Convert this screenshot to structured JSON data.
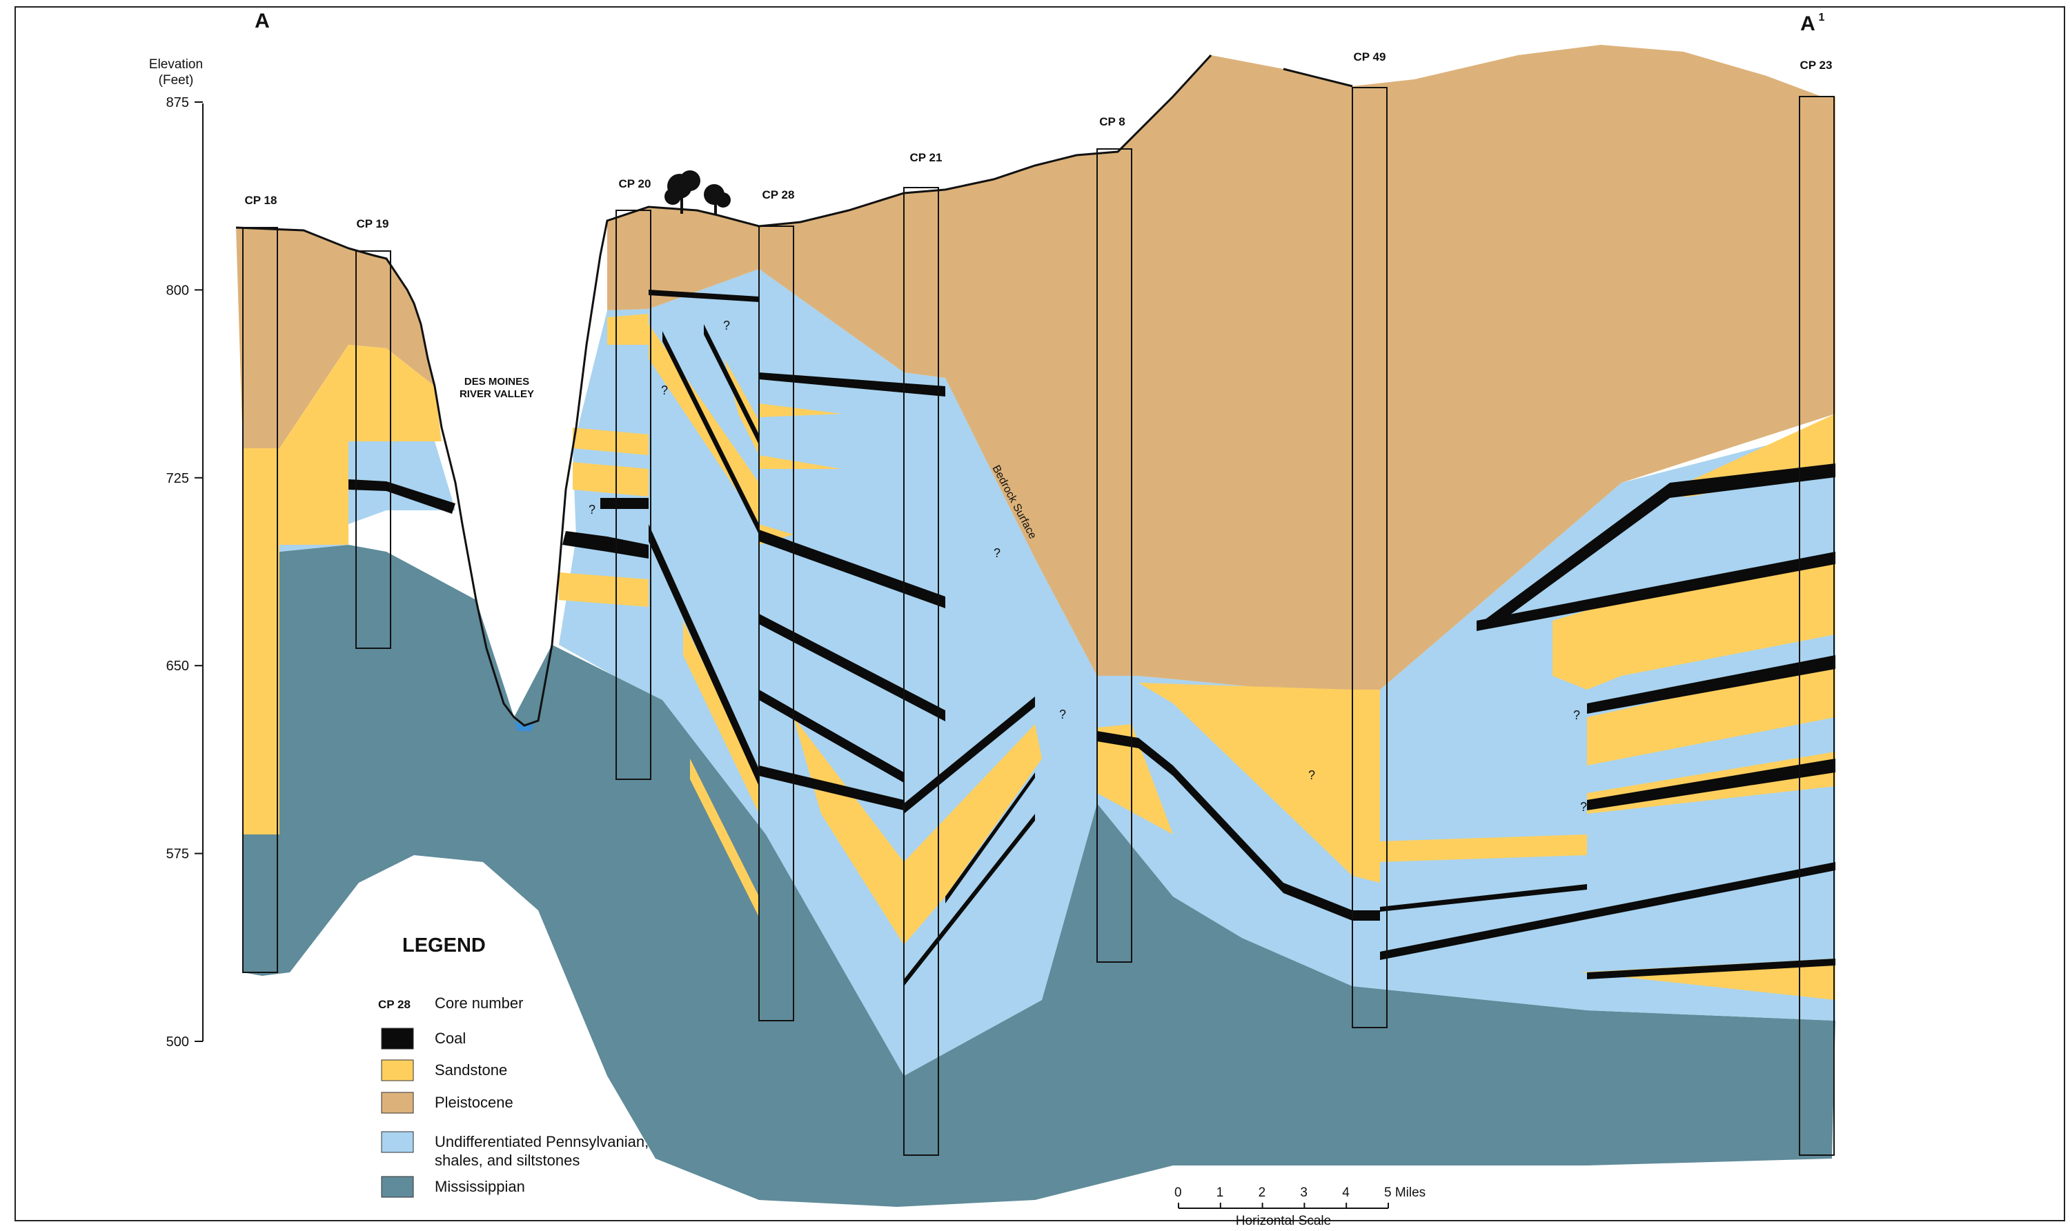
{
  "section_labels": {
    "left": "A",
    "right": "A",
    "right_superscript": "1"
  },
  "elevation_axis": {
    "title_line1": "Elevation",
    "title_line2": "(Feet)",
    "ticks": [
      {
        "value": 875,
        "label": "875"
      },
      {
        "value": 800,
        "label": "800"
      },
      {
        "value": 725,
        "label": "725"
      },
      {
        "value": 650,
        "label": "650"
      },
      {
        "value": 575,
        "label": "575"
      },
      {
        "value": 500,
        "label": "500"
      }
    ]
  },
  "cores": [
    {
      "id": "CP 18"
    },
    {
      "id": "CP 19"
    },
    {
      "id": "CP 20"
    },
    {
      "id": "CP 28"
    },
    {
      "id": "CP 21"
    },
    {
      "id": "CP 8"
    },
    {
      "id": "CP 49"
    },
    {
      "id": "CP 23"
    }
  ],
  "annotations": {
    "valley_line1": "DES MOINES",
    "valley_line2": "RIVER VALLEY",
    "bedrock": "Bedrock Surface",
    "uncertain": "?"
  },
  "legend": {
    "title": "LEGEND",
    "core_sample": "CP 28",
    "core_label": "Core number",
    "items": [
      {
        "label": "Coal",
        "color": "#0b0b0b"
      },
      {
        "label": "Sandstone",
        "color": "#ffcf5e"
      },
      {
        "label": "Pleistocene",
        "color": "#dcb27a"
      },
      {
        "label": "Undifferentiated Pennsylvanian,",
        "label2": "shales, and siltstones",
        "color": "#a9d3f0"
      },
      {
        "label": "Mississippian",
        "color": "#5f8b9a"
      }
    ]
  },
  "scale": {
    "ticks": [
      "0",
      "1",
      "2",
      "3",
      "4",
      "5 Miles"
    ],
    "title": "Horizontal Scale"
  },
  "colors": {
    "coal": "#0b0b0b",
    "sandstone": "#ffcf5e",
    "pleistocene": "#dcb27a",
    "pennsylvanian": "#a9d3f0",
    "mississippian": "#5f8b9a",
    "water": "#3b8fd6"
  }
}
